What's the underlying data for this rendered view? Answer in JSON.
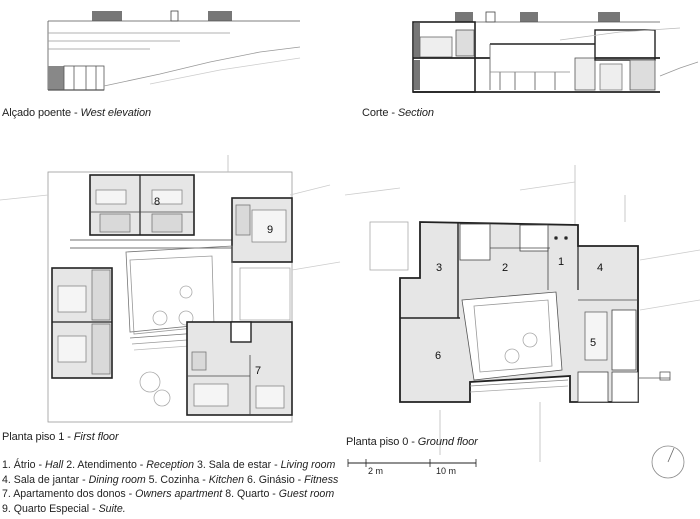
{
  "captions": {
    "west_elevation": {
      "pt": "Alçado poente - ",
      "en": "West elevation"
    },
    "section": {
      "pt": "Corte - ",
      "en": "Section"
    },
    "first_floor": {
      "pt": "Planta piso 1 - ",
      "en": "First floor"
    },
    "ground_floor": {
      "pt": "Planta piso 0 - ",
      "en": "Ground floor"
    }
  },
  "legend": [
    [
      {
        "pt": "1. Átrio - ",
        "en": "Hall"
      },
      {
        "pt": "2. Atendimento - ",
        "en": "Reception"
      },
      {
        "pt": "3. Sala de estar - ",
        "en": "Living room"
      }
    ],
    [
      {
        "pt": "4. Sala de jantar - ",
        "en": "Dining room"
      },
      {
        "pt": "5. Cozinha - ",
        "en": "Kitchen"
      },
      {
        "pt": "6. Ginásio - ",
        "en": "Fitness"
      }
    ],
    [
      {
        "pt": "7. Apartamento dos donos - ",
        "en": "Owners apartment"
      },
      {
        "pt": "8. Quarto - ",
        "en": "Guest room"
      }
    ],
    [
      {
        "pt": "9. Quarto Especial - ",
        "en": "Suite."
      }
    ]
  ],
  "scale": {
    "mark_1": "2 m",
    "mark_2": "10 m"
  },
  "room_numbers": {
    "first_floor": [
      "8",
      "9",
      "7"
    ],
    "ground_floor": [
      "1",
      "2",
      "3",
      "4",
      "5",
      "6"
    ]
  }
}
